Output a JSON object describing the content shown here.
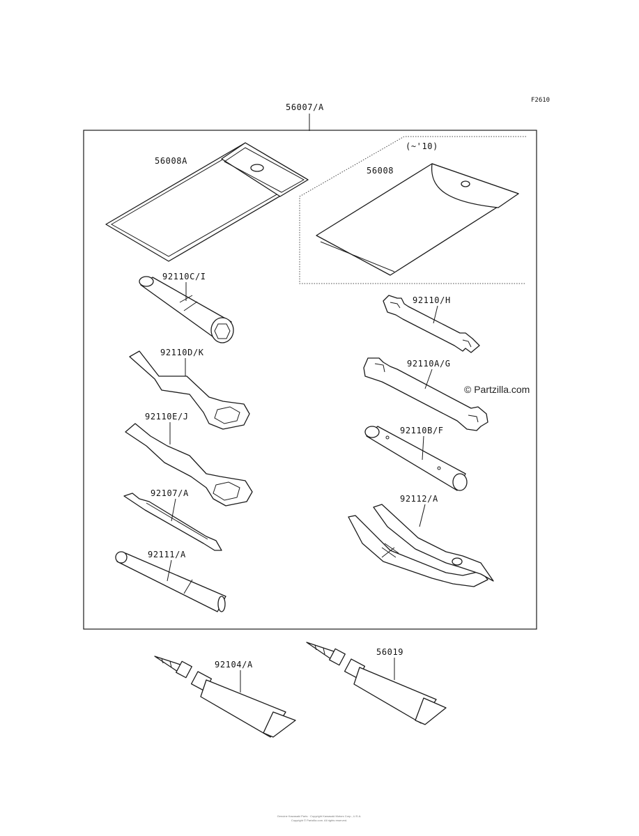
{
  "diagram": {
    "figure_code": "F2610",
    "assembly_label": "56007/A",
    "variant_note": "(~'10)",
    "watermark": "© Partzilla.com",
    "footer_line_1": "Genuine Kawasaki Parts · Copyright Kawasaki Motors Corp., U.S.A.",
    "footer_line_2": "Copyright © Partzilla.com. All rights reserved.",
    "parts": [
      {
        "id": "bag-a",
        "label": "56008A"
      },
      {
        "id": "bag",
        "label": "56008"
      },
      {
        "id": "box-wrench-c",
        "label": "92110C/I"
      },
      {
        "id": "spanner-h",
        "label": "92110/H"
      },
      {
        "id": "ring-wrench-d",
        "label": "92110D/K"
      },
      {
        "id": "spanner-a",
        "label": "92110A/G"
      },
      {
        "id": "ring-wrench-e",
        "label": "92110E/J"
      },
      {
        "id": "box-wrench-b",
        "label": "92110B/F"
      },
      {
        "id": "screwdriver",
        "label": "92107/A"
      },
      {
        "id": "pliers",
        "label": "92112/A"
      },
      {
        "id": "handle",
        "label": "92111/A"
      },
      {
        "id": "grease-tube-1",
        "label": "92104/A"
      },
      {
        "id": "grease-tube-2",
        "label": "56019"
      }
    ]
  }
}
